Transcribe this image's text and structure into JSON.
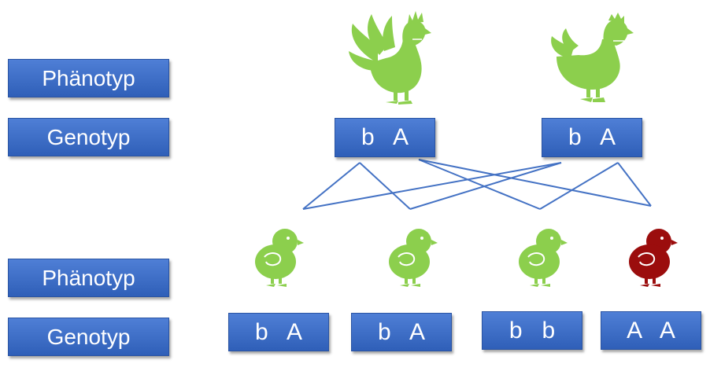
{
  "labels": {
    "parents_phenotype": "Phänotyp",
    "parents_genotype": "Genotyp",
    "children_phenotype": "Phänotyp",
    "children_genotype": "Genotyp"
  },
  "parents": [
    {
      "bird": "rooster-icon",
      "genotype": "b   A",
      "color": "#8ccf4d"
    },
    {
      "bird": "hen-icon",
      "genotype": "b   A",
      "color": "#8ccf4d"
    }
  ],
  "children": [
    {
      "bird": "chick-icon",
      "genotype": "b   A",
      "color": "#8ccf4d"
    },
    {
      "bird": "chick-icon",
      "genotype": "b   A",
      "color": "#8ccf4d"
    },
    {
      "bird": "chick-icon",
      "genotype": "b   b",
      "color": "#8ccf4d"
    },
    {
      "bird": "chick-icon",
      "genotype": "A   A",
      "color": "#9b0d0d"
    }
  ],
  "colors": {
    "box": "#3a6cc6",
    "line": "#4472c4",
    "green": "#8ccf4d",
    "red": "#9b0d0d"
  }
}
